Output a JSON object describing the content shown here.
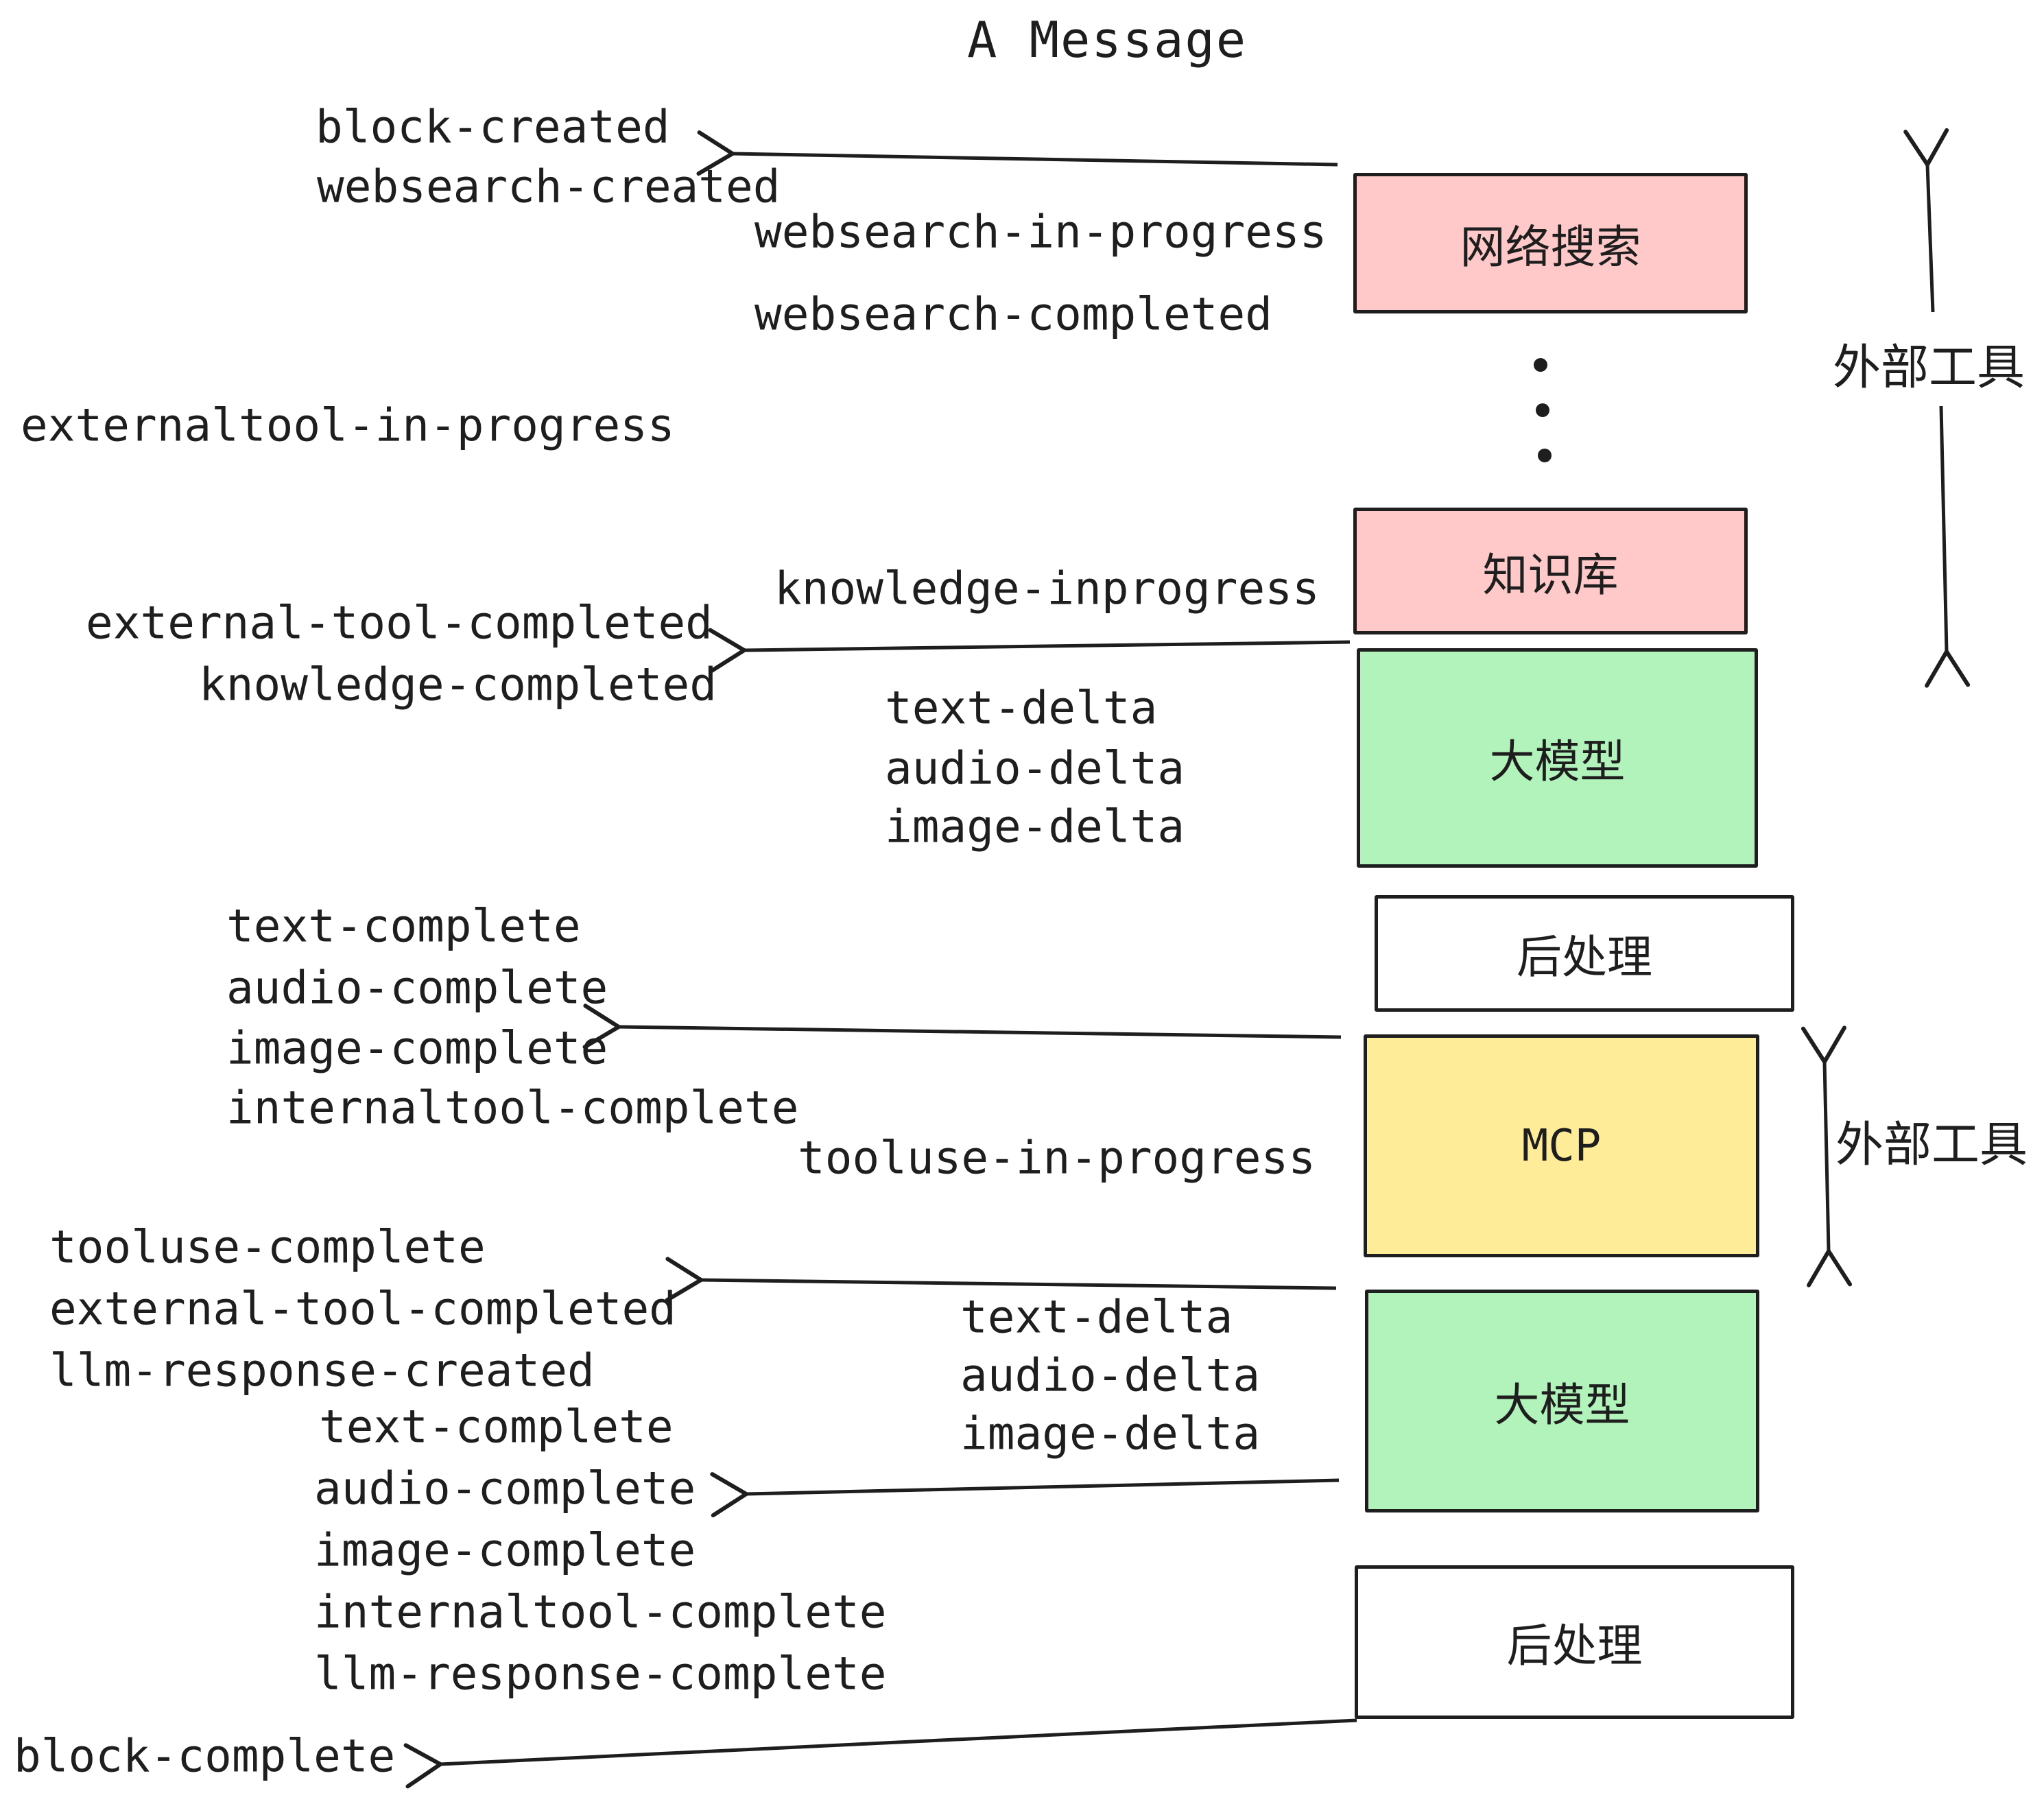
{
  "title": "A Message",
  "colors": {
    "ink": "#1e1e1e",
    "pink": "#ffc9c9",
    "green": "#b2f2bb",
    "yellow": "#ffec99",
    "white": "#ffffff",
    "background": "#ffffff"
  },
  "boxes": {
    "websearch": {
      "label": "网络搜索"
    },
    "knowledge": {
      "label": "知识库"
    },
    "llm1": {
      "label": "大模型"
    },
    "post1": {
      "label": "后处理"
    },
    "mcp": {
      "label": "MCP"
    },
    "llm2": {
      "label": "大模型"
    },
    "post2": {
      "label": "后处理"
    }
  },
  "side_labels": {
    "external_tools_top": "外部工具",
    "external_tools_mcp": "外部工具"
  },
  "events": {
    "block_created": "block-created",
    "websearch_created": "websearch-created",
    "websearch_in_progress": "websearch-in-progress",
    "websearch_completed": "websearch-completed",
    "externaltool_in_progress": "externaltool-in-progress",
    "knowledge_inprogress": "knowledge-inprogress",
    "external_tool_completed_1": "external-tool-completed",
    "knowledge_completed": "knowledge-completed",
    "text_delta_1": "text-delta",
    "audio_delta_1": "audio-delta",
    "image_delta_1": "image-delta",
    "text_complete_1": "text-complete",
    "audio_complete_1": "audio-complete",
    "image_complete_1": "image-complete",
    "internaltool_complete_1": "internaltool-complete",
    "tooluse_in_progress": "tooluse-in-progress",
    "tooluse_complete": "tooluse-complete",
    "external_tool_completed_2": "external-tool-completed",
    "llm_response_created": "llm-response-created",
    "text_delta_2": "text-delta",
    "audio_delta_2": "audio-delta",
    "image_delta_2": "image-delta",
    "text_complete_2": "text-complete",
    "audio_complete_2": "audio-complete",
    "image_complete_2": "image-complete",
    "internaltool_complete_2": "internaltool-complete",
    "llm_response_complete": "llm-response-complete",
    "block_complete": "block-complete"
  }
}
